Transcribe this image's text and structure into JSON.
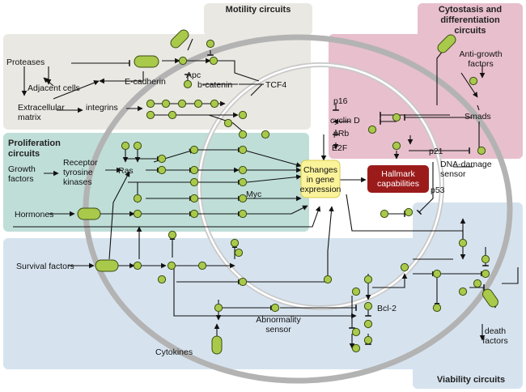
{
  "colors": {
    "motility_bg": "#e9e8e3",
    "cytostasis_bg": "#e8bfcd",
    "proliferation_bg": "#bfded8",
    "viability_bg": "#d6e3ef",
    "node_fill": "#a9c94b",
    "node_stroke": "#3a4d10",
    "hallmark_fill": "#9b1b1b",
    "gene_box_fill": "#fbf39a",
    "cell_ring": "#b3b3b3"
  },
  "regions": {
    "motility": "Motility circuits",
    "cytostasis": "Cytostasis and differentiation circuits",
    "proliferation": "Proliferation circuits",
    "viability": "Viability circuits"
  },
  "center": {
    "gene_expression": "Changes in gene expression",
    "hallmark": "Hallmark capabilities"
  },
  "labels": {
    "proteases": "Proteases",
    "adjacent_cells": "Adjacent cells",
    "extracellular_matrix": "Extracellular matrix",
    "e_cadherin": "E-cadherin",
    "apc": "Apc",
    "b_catenin": "b-catenin",
    "tcf4": "TCF4",
    "integrins": "integrins",
    "growth_factors": "Growth factors",
    "receptor_tyrosine_kinases": "Receptor tyrosine kinases",
    "ras": "Ras",
    "myc": "Myc",
    "hormones": "Hormones",
    "anti_growth_factors": "Anti-growth factors",
    "smads": "Smads",
    "p16": "p16",
    "cyclin_d": "cyclin D",
    "prb": "pRb",
    "e2f": "E2F",
    "p21": "p21",
    "dna_damage_sensor": "DNA-damage sensor",
    "p53": "p53",
    "survival_factors": "Survival factors",
    "bcl2": "Bcl-2",
    "abnormality_sensor": "Abnormality sensor",
    "cytokines": "Cytokines",
    "death_factors": "death factors"
  }
}
